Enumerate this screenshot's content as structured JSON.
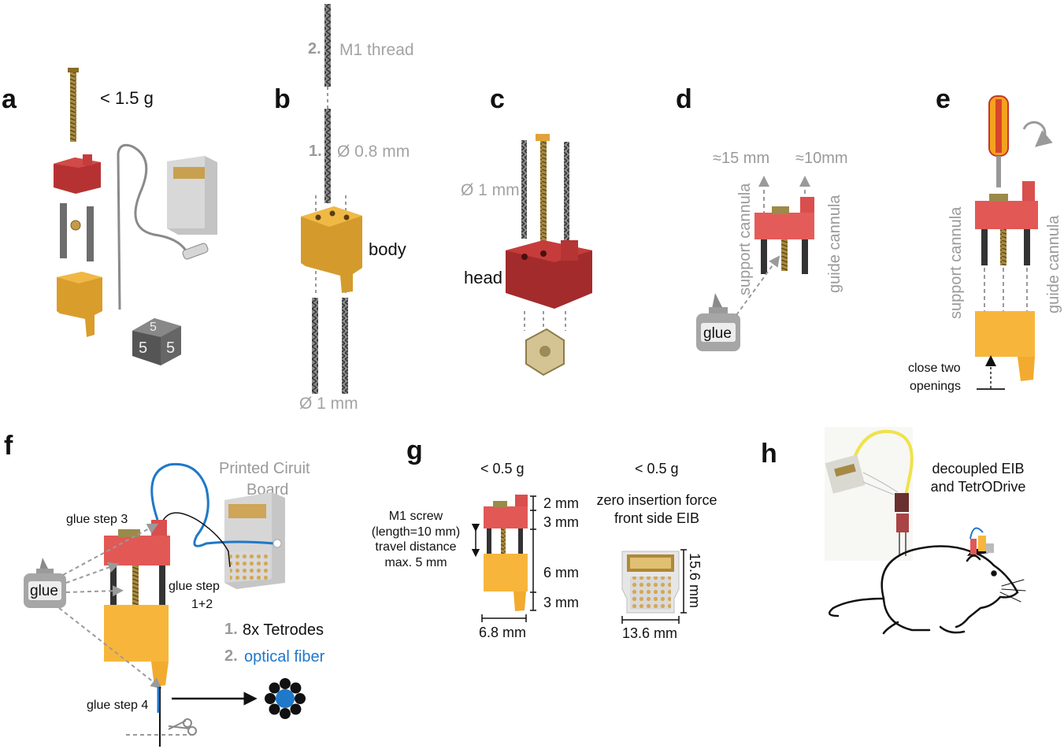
{
  "panels": {
    "a": {
      "label": "a",
      "weight": "< 1.5 g"
    },
    "b": {
      "label": "b",
      "step2": "2.",
      "step2_text": "M1 thread",
      "step1": "1.",
      "step1_text": "Ø 0.8 mm",
      "part": "body",
      "bottom_dia": "Ø 1 mm"
    },
    "c": {
      "label": "c",
      "dia": "Ø 1 mm",
      "part": "head"
    },
    "d": {
      "label": "d",
      "support_len": "≈15 mm",
      "guide_len": "≈10mm",
      "support": "support cannula",
      "guide": "guide cannula",
      "glue": "glue"
    },
    "e": {
      "label": "e",
      "support": "support cannula",
      "guide": "guide cannula",
      "close_line1": "close two",
      "close_line2": "openings"
    },
    "f": {
      "label": "f",
      "pcb_line1": "Printed Ciruit",
      "pcb_line2": "Board",
      "glue_step3": "glue step 3",
      "glue_step12_line1": "glue step",
      "glue_step12_line2": "1+2",
      "glue": "glue",
      "item1_num": "1.",
      "item1": "8x Tetrodes",
      "item2_num": "2.",
      "item2": "optical fiber",
      "glue_step4": "glue step 4"
    },
    "g": {
      "label": "g",
      "weight_left": "< 0.5 g",
      "weight_right": "< 0.5 g",
      "screw_line1": "M1 screw",
      "screw_line2": "(length=10 mm)",
      "screw_line3": "travel distance",
      "screw_line4": "max. 5 mm",
      "dim_2": "2 mm",
      "dim_3a": "3 mm",
      "dim_6": "6 mm",
      "dim_3b": "3 mm",
      "width_left": "6.8 mm",
      "eib_line1": "zero insertion force",
      "eib_line2": "front side EIB",
      "eib_height": "15.6 mm",
      "eib_width": "13.6 mm"
    },
    "h": {
      "label": "h",
      "line1": "decoupled EIB",
      "line2": "and TetrODrive"
    }
  },
  "colors": {
    "red_head": "#c9403f",
    "gold_body": "#f2b53a",
    "brass": "#b08c3c",
    "blue_fiber": "#1f78c8",
    "gray_text": "#9a9a9a"
  }
}
